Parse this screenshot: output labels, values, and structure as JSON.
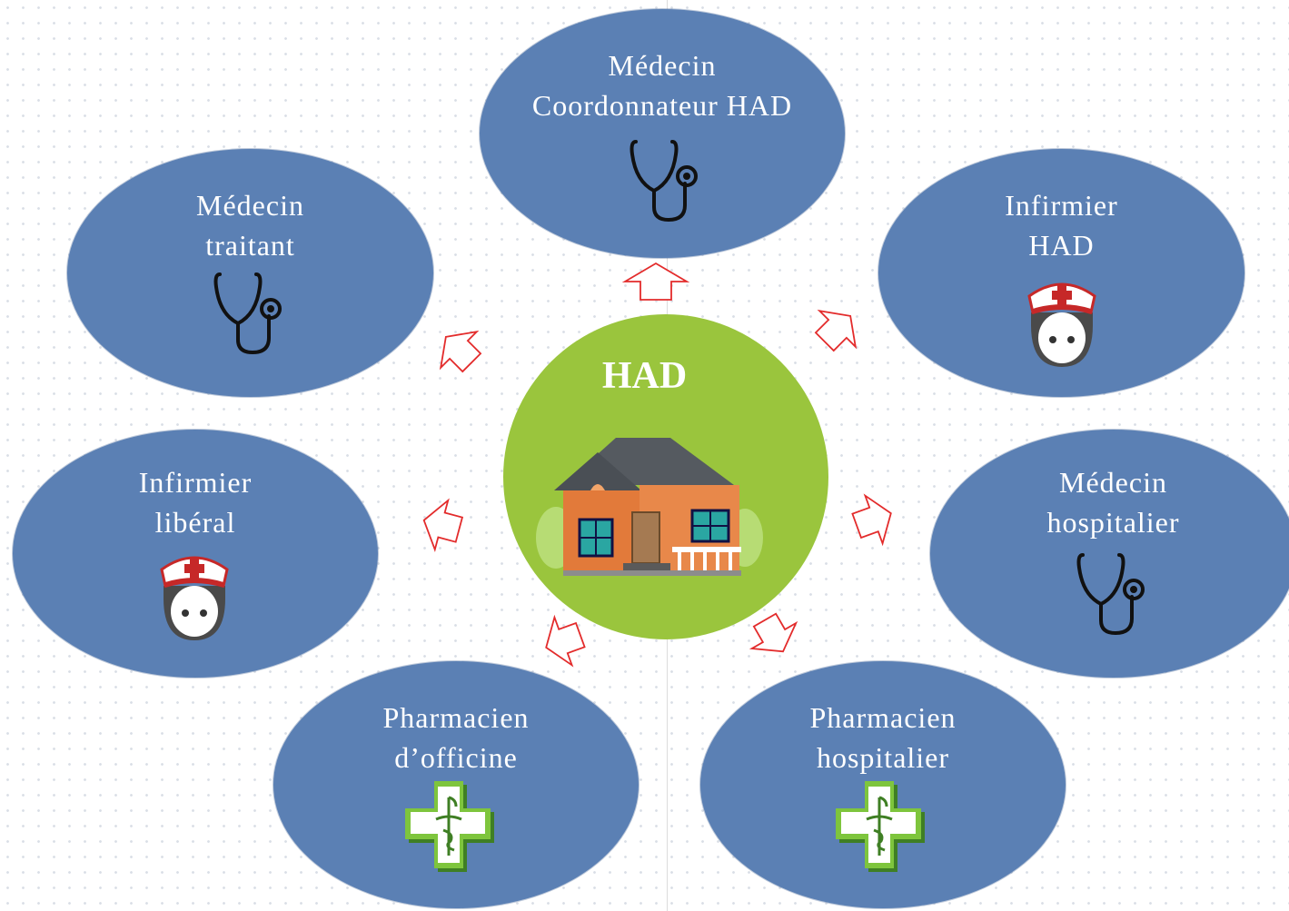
{
  "center": {
    "title": "HAD",
    "icon": "house-icon"
  },
  "nodes": [
    {
      "id": "coordonnateur",
      "lines": [
        "Médecin",
        "Coordonnateur HAD"
      ],
      "icon": "stethoscope-icon"
    },
    {
      "id": "traitant",
      "lines": [
        "Médecin",
        "traitant"
      ],
      "icon": "stethoscope-icon"
    },
    {
      "id": "infirmier-had",
      "lines": [
        "Infirmier",
        "HAD"
      ],
      "icon": "nurse-icon"
    },
    {
      "id": "infirmier-liberal",
      "lines": [
        "Infirmier",
        "libéral"
      ],
      "icon": "nurse-icon"
    },
    {
      "id": "medecin-hospitalier",
      "lines": [
        "Médecin",
        "hospitalier"
      ],
      "icon": "stethoscope-icon"
    },
    {
      "id": "pharmacien-officine",
      "lines": [
        "Pharmacien",
        "d’officine"
      ],
      "icon": "pharmacy-cross-icon"
    },
    {
      "id": "pharmacien-hospitalier",
      "lines": [
        "Pharmacien",
        "hospitalier"
      ],
      "icon": "pharmacy-cross-icon"
    }
  ],
  "colors": {
    "node_fill": "#5b80b4",
    "center_fill": "#9ac53d",
    "arrow_stroke": "#e32b2b",
    "text": "#ffffff"
  }
}
